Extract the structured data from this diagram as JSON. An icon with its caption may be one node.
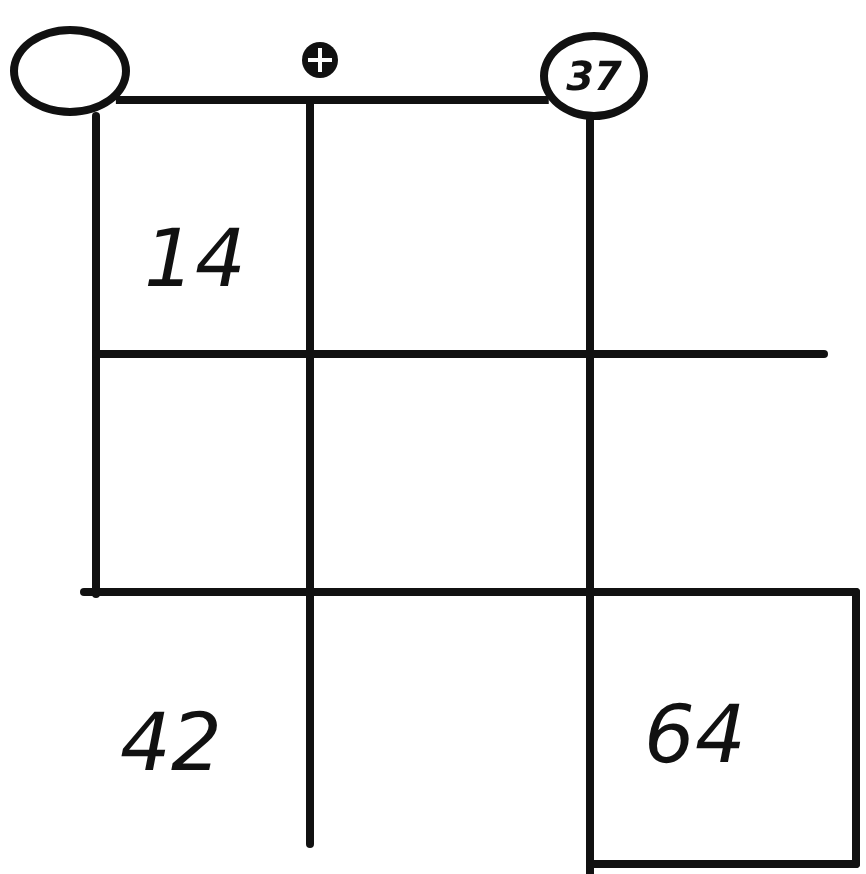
{
  "diagram": {
    "nodes": [
      {
        "text": [],
        "shape": "circle"
      },
      {
        "text": [],
        "shape": "circle"
      },
      {
        "text": [
          "37"
        ]
      }
    ],
    "edges": [
      {
        "from": 0,
        "to": 2,
        "arrow": "none"
      }
    ],
    "labels": [
      "14",
      "42",
      "64"
    ]
  }
}
